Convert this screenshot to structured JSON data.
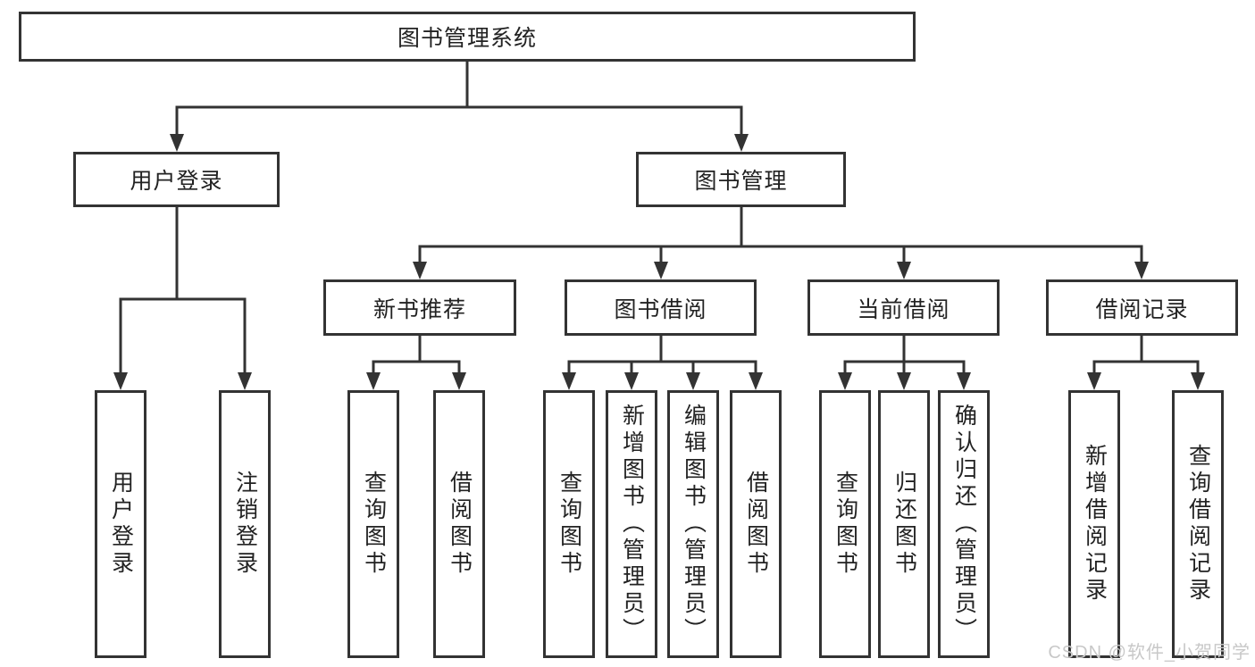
{
  "tree": {
    "root": {
      "label": "图书管理系统"
    },
    "branches": [
      {
        "label": "用户登录",
        "children": [
          {
            "label": "用户登录"
          },
          {
            "label": "注销登录"
          }
        ]
      },
      {
        "label": "图书管理",
        "children": [
          {
            "label": "新书推荐",
            "children": [
              {
                "label": "查询图书"
              },
              {
                "label": "借阅图书"
              }
            ]
          },
          {
            "label": "图书借阅",
            "children": [
              {
                "label": "查询图书"
              },
              {
                "label": "新增图书（管理员）"
              },
              {
                "label": "编辑图书（管理员）"
              },
              {
                "label": "借阅图书"
              }
            ]
          },
          {
            "label": "当前借阅",
            "children": [
              {
                "label": "查询图书"
              },
              {
                "label": "归还图书"
              },
              {
                "label": "确认归还（管理员）"
              }
            ]
          },
          {
            "label": "借阅记录",
            "children": [
              {
                "label": "新增借阅记录"
              },
              {
                "label": "查询借阅记录"
              }
            ]
          }
        ]
      }
    ]
  },
  "watermark": {
    "text": "CSDN @软件_小贺同学"
  },
  "colors": {
    "line": "#333333",
    "border": "#333333",
    "text": "#222222",
    "watermark": "#c8c8c8",
    "background": "#ffffff"
  }
}
